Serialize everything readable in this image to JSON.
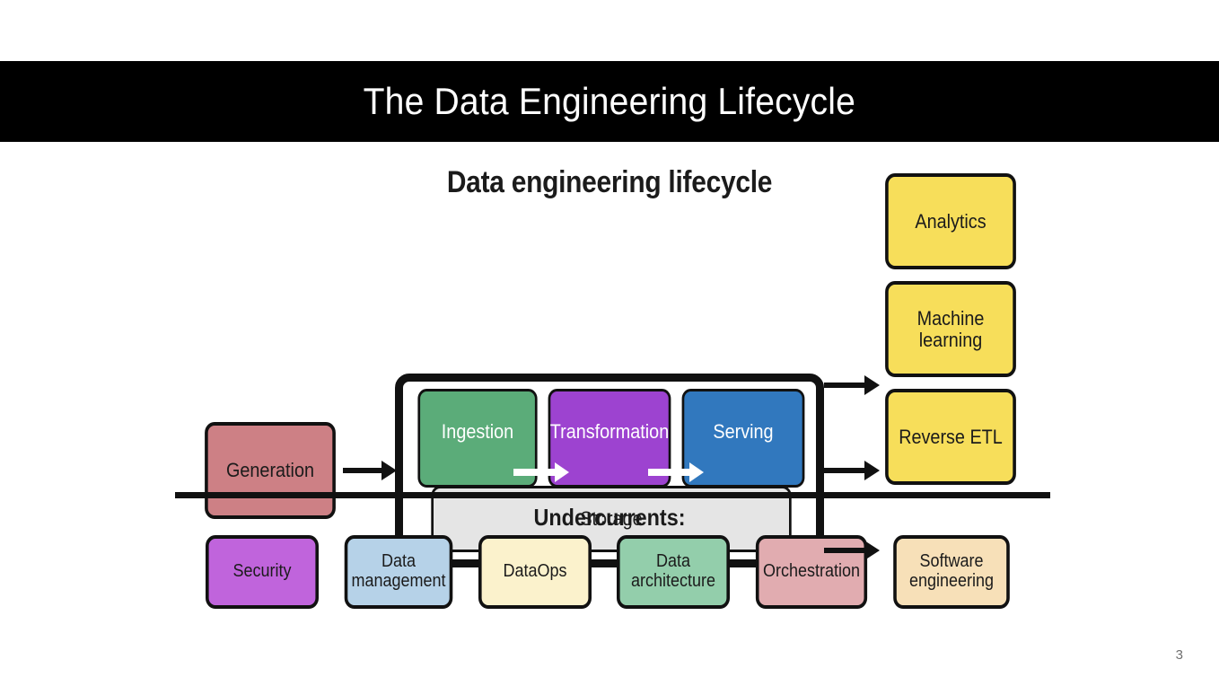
{
  "slide": {
    "title": "The Data Engineering Lifecycle",
    "page_number": "3",
    "banner_bg": "#000000",
    "banner_fg": "#ffffff",
    "background": "#ffffff"
  },
  "diagram": {
    "title": "Data engineering lifecycle",
    "source_node": {
      "label": "Generation",
      "color": "#cd8085"
    },
    "lifecycle": {
      "stages": [
        {
          "label": "Ingestion",
          "color": "#5bac79",
          "text_color": "#ffffff"
        },
        {
          "label": "Transformation",
          "color": "#9d43d0",
          "text_color": "#ffffff"
        },
        {
          "label": "Serving",
          "color": "#3178be",
          "text_color": "#ffffff"
        }
      ],
      "storage": {
        "label": "Storage",
        "color": "#e5e5e5",
        "text_color": "#1b1b1b"
      },
      "flow_arrows": 2,
      "arrow_color": "#ffffff"
    },
    "outputs": [
      {
        "label": "Analytics",
        "color": "#f7de5a"
      },
      {
        "label": "Machine\nlearning",
        "color": "#f7de5a"
      },
      {
        "label": "Reverse ETL",
        "color": "#f7de5a"
      }
    ],
    "connector_color": "#111111",
    "undercurrents": {
      "label": "Undercurrents:",
      "items": [
        {
          "label": "Security",
          "color": "#c064dc"
        },
        {
          "label": "Data\nmanagement",
          "color": "#b6d2e8"
        },
        {
          "label": "DataOps",
          "color": "#fbf2cc"
        },
        {
          "label": "Data\narchitecture",
          "color": "#93ceab"
        },
        {
          "label": "Orchestration",
          "color": "#e1acb0"
        },
        {
          "label": "Software\nengineering",
          "color": "#f7e0b8"
        }
      ]
    }
  }
}
